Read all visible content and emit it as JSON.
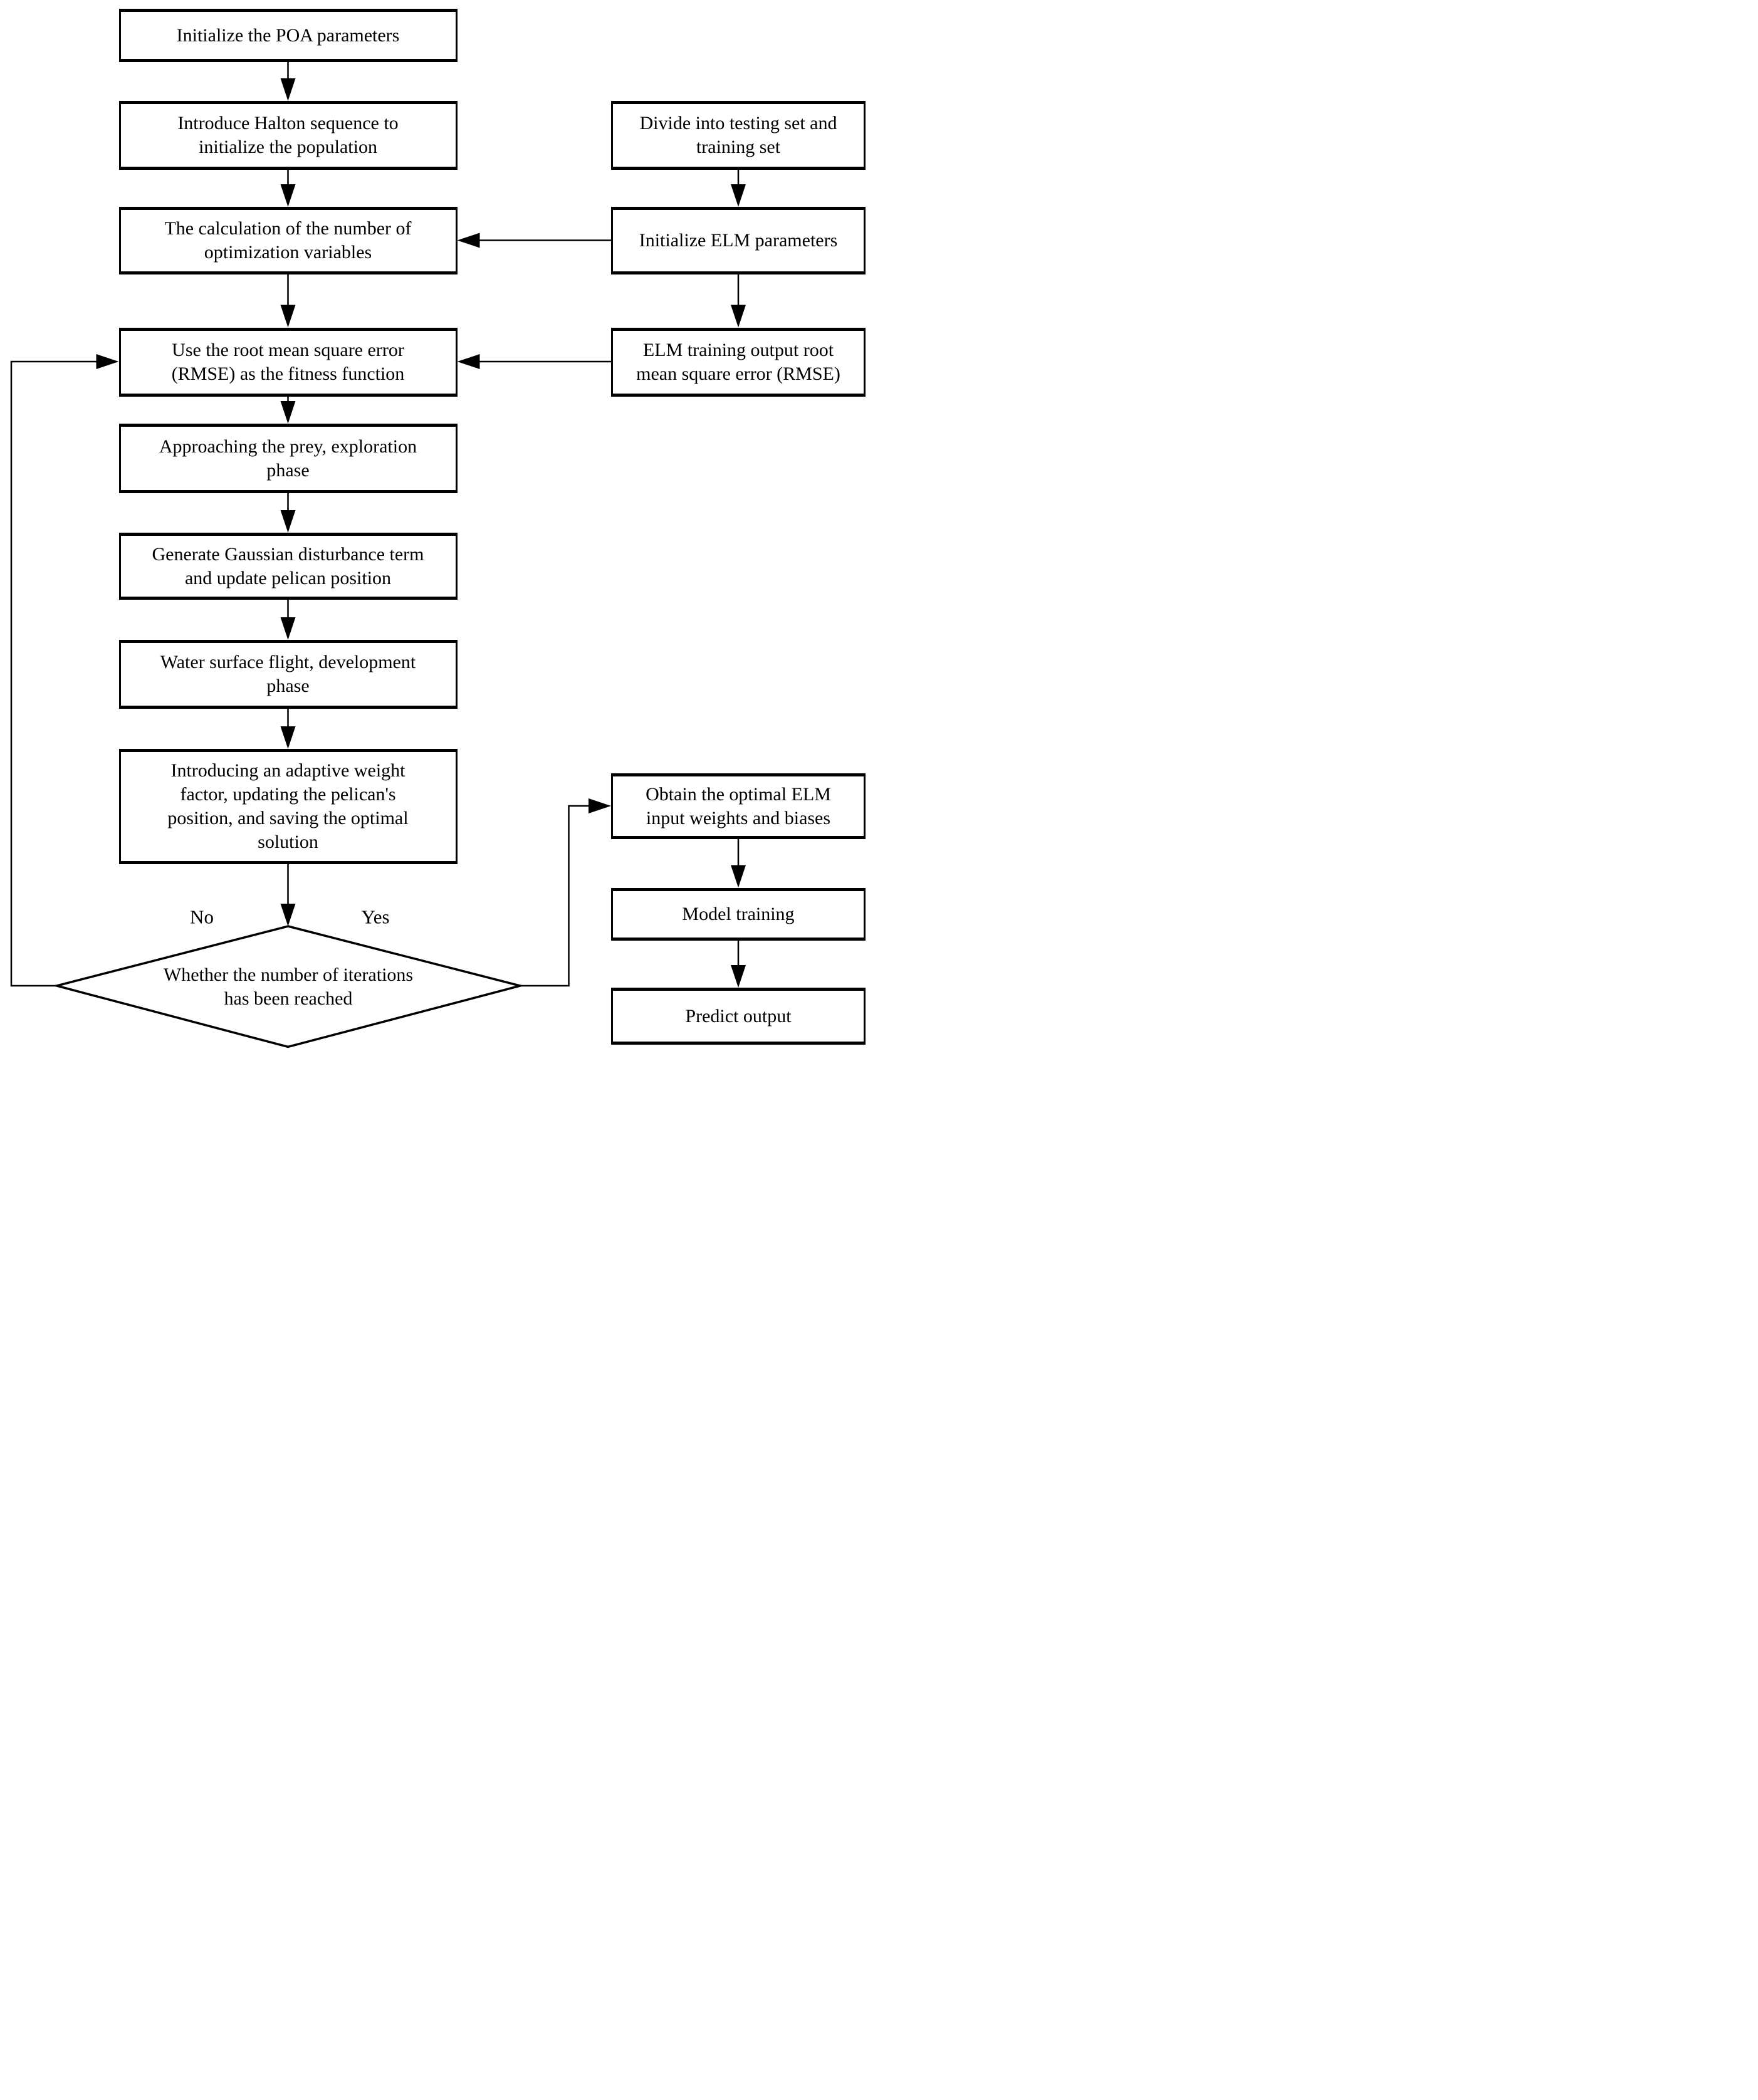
{
  "figure": {
    "type": "flowchart",
    "background_color": "#ffffff",
    "line_color": "#000000",
    "text_color": "#000000"
  },
  "nodes": {
    "init_poa": {
      "shape": "rect",
      "lines": [
        "Initialize the POA parameters"
      ]
    },
    "halton": {
      "shape": "rect",
      "lines": [
        "Introduce Halton sequence to",
        "initialize the population"
      ]
    },
    "calc_vars": {
      "shape": "rect",
      "lines": [
        "The calculation of the number of",
        "optimization variables"
      ]
    },
    "rmse_fitness": {
      "shape": "rect",
      "lines": [
        "Use the root mean square error",
        "(RMSE) as the fitness function"
      ]
    },
    "approach_prey": {
      "shape": "rect",
      "lines": [
        "Approaching the prey, exploration",
        "phase"
      ]
    },
    "gaussian": {
      "shape": "rect",
      "lines": [
        "Generate Gaussian disturbance term",
        "and update pelican position"
      ]
    },
    "water_flight": {
      "shape": "rect",
      "lines": [
        "Water surface flight, development",
        "phase"
      ]
    },
    "adaptive_weight": {
      "shape": "rect",
      "lines": [
        "Introducing an adaptive weight",
        "factor, updating the pelican's",
        "position, and saving the optimal",
        "solution"
      ]
    },
    "decision": {
      "shape": "diamond",
      "lines": [
        "Whether the number of iterations",
        "has been reached"
      ]
    },
    "divide_sets": {
      "shape": "rect",
      "lines": [
        "Divide into testing set and",
        "training set"
      ]
    },
    "init_elm": {
      "shape": "rect",
      "lines": [
        "Initialize ELM parameters"
      ]
    },
    "elm_rmse": {
      "shape": "rect",
      "lines": [
        "ELM training output root",
        "mean square error (RMSE)"
      ]
    },
    "obtain_optimal": {
      "shape": "rect",
      "lines": [
        "Obtain the optimal ELM",
        "input weights and biases"
      ]
    },
    "model_training": {
      "shape": "rect",
      "lines": [
        "Model training"
      ]
    },
    "predict_output": {
      "shape": "rect",
      "lines": [
        "Predict output"
      ]
    }
  },
  "edge_labels": {
    "no": "No",
    "yes": "Yes"
  },
  "edges": [
    {
      "from": "init_poa",
      "to": "halton"
    },
    {
      "from": "halton",
      "to": "calc_vars"
    },
    {
      "from": "calc_vars",
      "to": "rmse_fitness"
    },
    {
      "from": "rmse_fitness",
      "to": "approach_prey"
    },
    {
      "from": "approach_prey",
      "to": "gaussian"
    },
    {
      "from": "gaussian",
      "to": "water_flight"
    },
    {
      "from": "water_flight",
      "to": "adaptive_weight"
    },
    {
      "from": "adaptive_weight",
      "to": "decision"
    },
    {
      "from": "decision",
      "to": "rmse_fitness",
      "label": "No"
    },
    {
      "from": "decision",
      "to": "obtain_optimal",
      "label": "Yes"
    },
    {
      "from": "divide_sets",
      "to": "init_elm"
    },
    {
      "from": "init_elm",
      "to": "calc_vars"
    },
    {
      "from": "init_elm",
      "to": "elm_rmse"
    },
    {
      "from": "elm_rmse",
      "to": "rmse_fitness"
    },
    {
      "from": "obtain_optimal",
      "to": "model_training"
    },
    {
      "from": "model_training",
      "to": "predict_output"
    }
  ]
}
